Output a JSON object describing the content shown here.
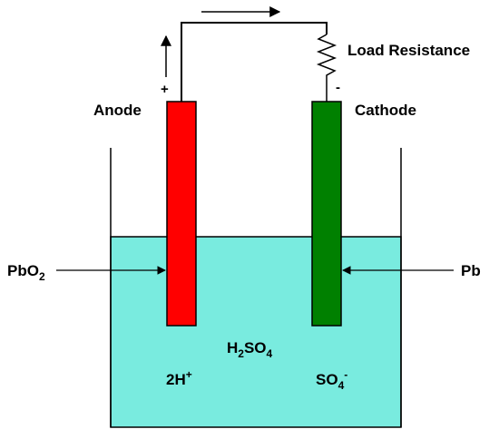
{
  "labels": {
    "load_resistance": "Load Resistance",
    "anode": "Anode",
    "cathode": "Cathode",
    "anode_sign": "+",
    "cathode_sign": "-",
    "anode_material": {
      "base": "PbO",
      "sub": "2"
    },
    "cathode_material": "Pb",
    "electrolyte": {
      "p1": "H",
      "s1": "2",
      "p2": "SO",
      "s2": "4"
    },
    "anode_ion": {
      "base": "2H",
      "sup": "+"
    },
    "cathode_ion": {
      "base": "SO",
      "sub": "4",
      "sup": "-"
    }
  },
  "colors": {
    "electrolyte": "#79ebdf",
    "anode_electrode": "#ff0000",
    "cathode_electrode": "#008000",
    "outline": "#000000"
  }
}
